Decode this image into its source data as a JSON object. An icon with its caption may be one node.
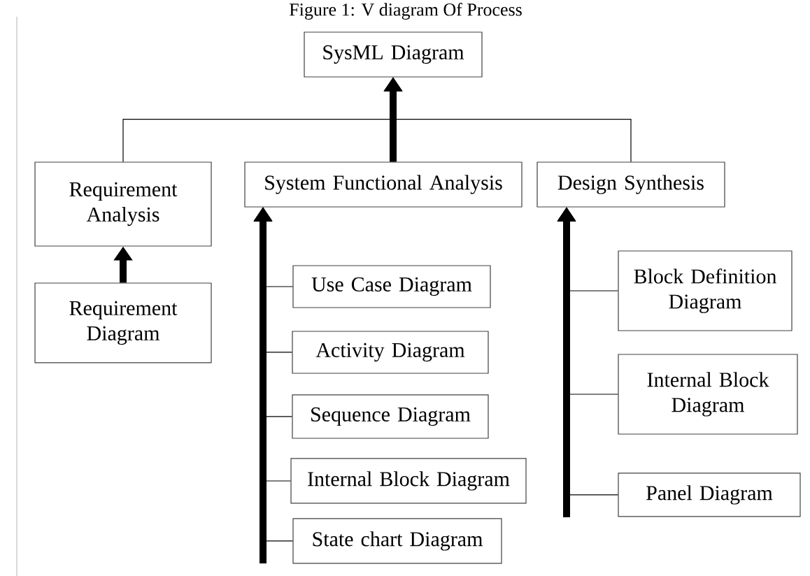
{
  "diagram": {
    "caption": "Figure 1: V diagram Of Process",
    "nodes": [
      {
        "text": [
          "SysML Diagram"
        ]
      },
      {
        "text": [
          "Requirement Analysis"
        ]
      },
      {
        "text": [
          "System Functional Analysis"
        ]
      },
      {
        "text": [
          "Design Synthesis"
        ]
      },
      {
        "text": [
          "Requirement Diagram"
        ]
      },
      {
        "text": [
          "Use Case Diagram"
        ]
      },
      {
        "text": [
          "Activity Diagram"
        ]
      },
      {
        "text": [
          "Sequence Diagram"
        ]
      },
      {
        "text": [
          "Internal Block Diagram"
        ]
      },
      {
        "text": [
          "State chart Diagram"
        ]
      },
      {
        "text": [
          "Block Definition Diagram"
        ]
      },
      {
        "text": [
          "Internal Block Diagram"
        ]
      },
      {
        "text": [
          "Panel Diagram"
        ]
      }
    ],
    "edges": [
      {
        "from": 1,
        "to": 0,
        "arrow": "to"
      },
      {
        "from": 2,
        "to": 0,
        "arrow": "to"
      },
      {
        "from": 3,
        "to": 0,
        "arrow": "to"
      },
      {
        "from": 4,
        "to": 1,
        "arrow": "to"
      },
      {
        "from": 5,
        "to": 2,
        "arrow": "to"
      },
      {
        "from": 6,
        "to": 2,
        "arrow": "to"
      },
      {
        "from": 7,
        "to": 2,
        "arrow": "to"
      },
      {
        "from": 8,
        "to": 2,
        "arrow": "to"
      },
      {
        "from": 9,
        "to": 2,
        "arrow": "to"
      },
      {
        "from": 10,
        "to": 3,
        "arrow": "to"
      },
      {
        "from": 11,
        "to": 3,
        "arrow": "to"
      },
      {
        "from": 12,
        "to": 3,
        "arrow": "to"
      }
    ]
  }
}
